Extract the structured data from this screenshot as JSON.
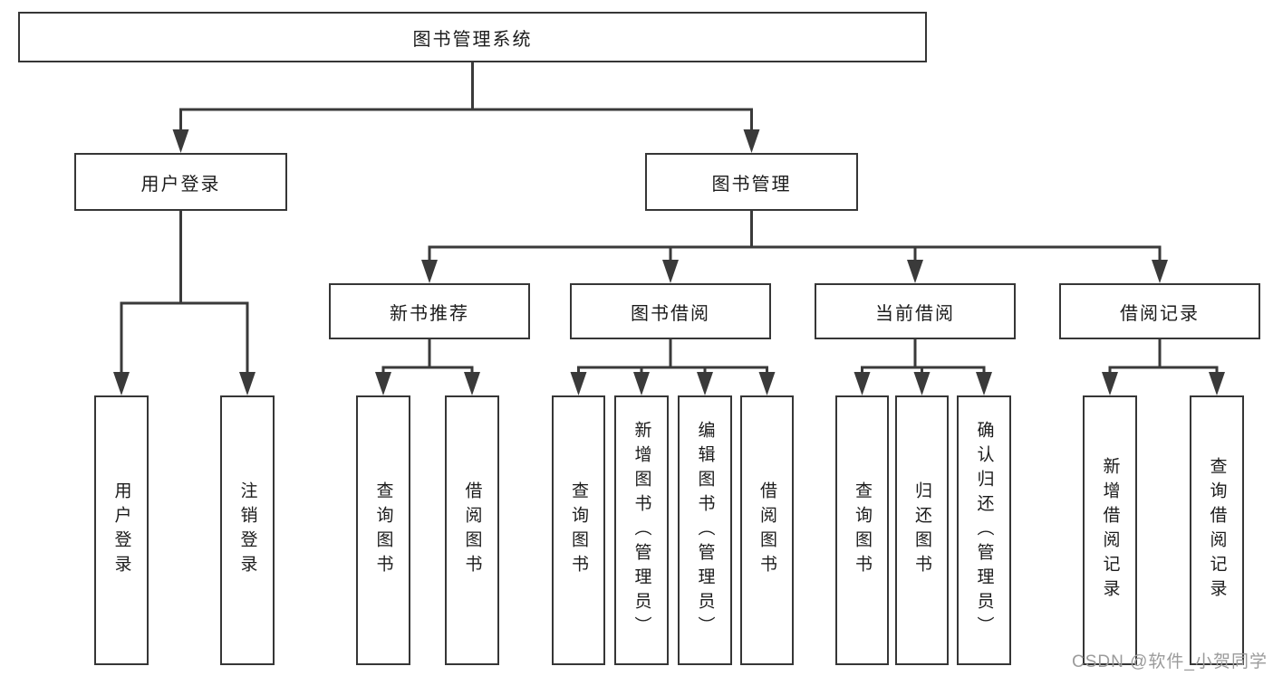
{
  "tree": {
    "label": "图书管理系统",
    "children": [
      {
        "label": "用户登录",
        "children": [
          {
            "label": "用户登录"
          },
          {
            "label": "注销登录"
          }
        ]
      },
      {
        "label": "图书管理",
        "children": [
          {
            "label": "新书推荐",
            "children": [
              {
                "label": "查询图书"
              },
              {
                "label": "借阅图书"
              }
            ]
          },
          {
            "label": "图书借阅",
            "children": [
              {
                "label": "查询图书"
              },
              {
                "label": "新增图书（管理员）"
              },
              {
                "label": "编辑图书（管理员）"
              },
              {
                "label": "借阅图书"
              }
            ]
          },
          {
            "label": "当前借阅",
            "children": [
              {
                "label": "查询图书"
              },
              {
                "label": "归还图书"
              },
              {
                "label": "确认归还（管理员）"
              }
            ]
          },
          {
            "label": "借阅记录",
            "children": [
              {
                "label": "新增借阅记录"
              },
              {
                "label": "查询借阅记录"
              }
            ]
          }
        ]
      }
    ]
  },
  "watermark": {
    "text": "CSDN @软件_小贺同学"
  },
  "colors": {
    "background": "#ffffff",
    "line": "#3a3a3a",
    "box_border": "#363636",
    "text": "#1c1c1c",
    "watermark": "#9b9b9b"
  }
}
